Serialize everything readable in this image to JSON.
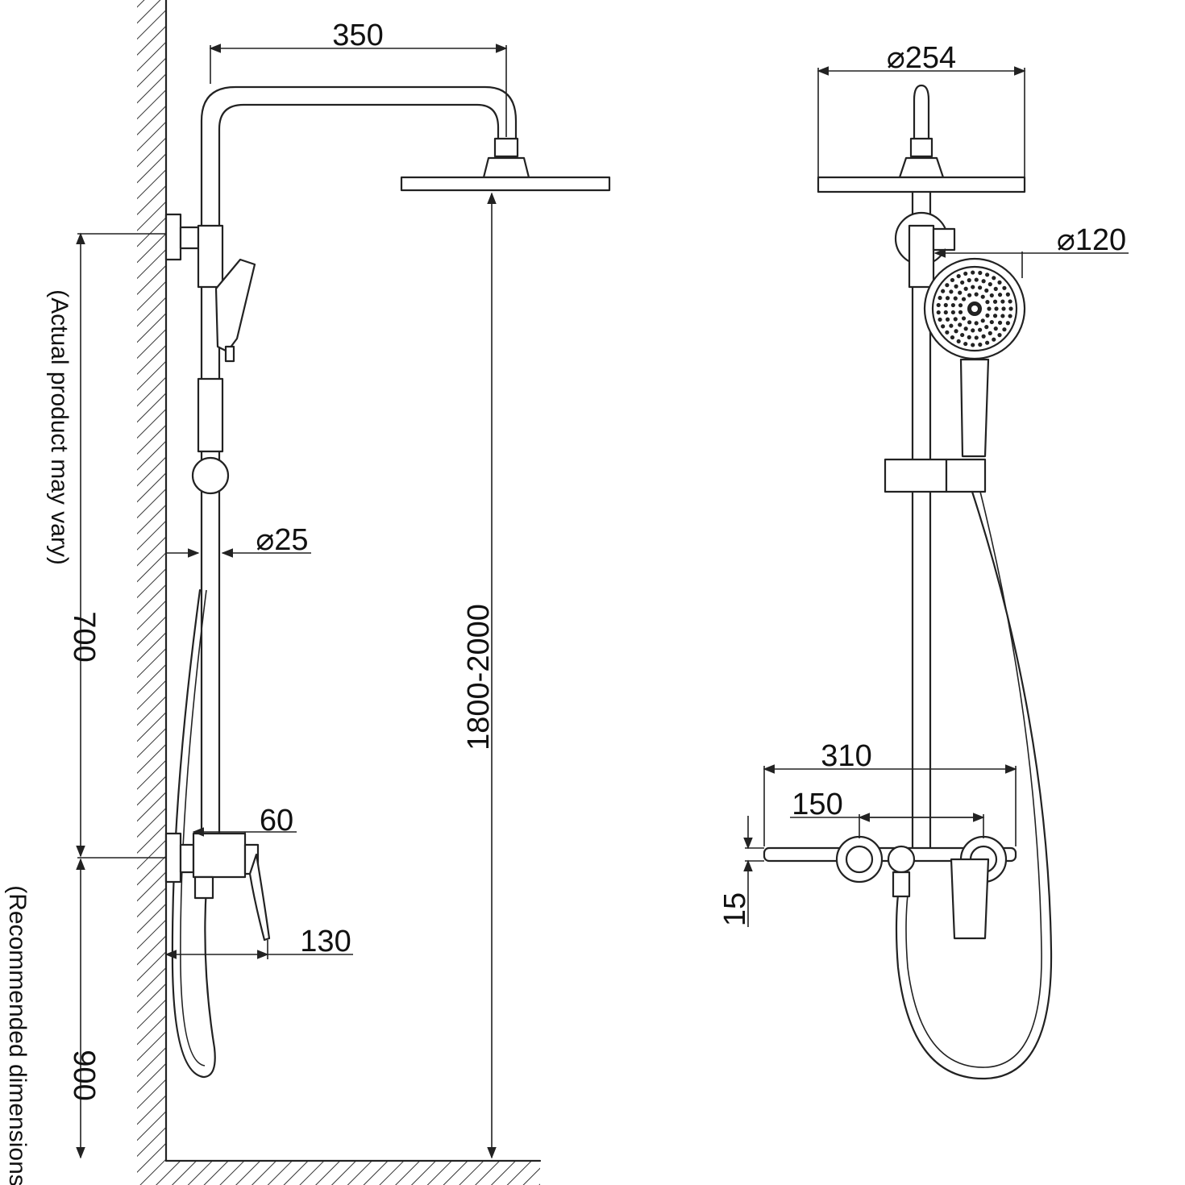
{
  "side_view": {
    "dim_arm_length": "350",
    "dim_pipe_diameter": "⌀25",
    "dim_mixer_depth": "60",
    "dim_handle_depth": "130",
    "dim_total_height": "1800-2000",
    "dim_upper_height": "700",
    "dim_lower_height": "900",
    "note_actual": "(Actual product may vary)",
    "note_recommended": "(Recommended dimensions)"
  },
  "front_view": {
    "dim_overhead_diameter": "⌀254",
    "dim_handshower_diameter": "⌀120",
    "dim_mixer_width": "310",
    "dim_inlet_spacing": "150",
    "dim_offset": "15"
  },
  "colors": {
    "line": "#222222",
    "background": "#ffffff",
    "hatch": "#333333"
  }
}
